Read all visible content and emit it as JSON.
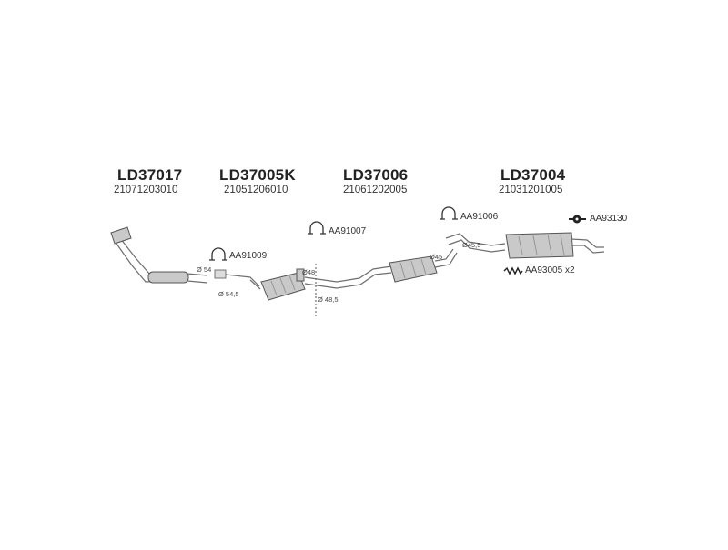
{
  "parts": [
    {
      "code": "LD37017",
      "number": "21071203010"
    },
    {
      "code": "LD37005K",
      "number": "21051206010"
    },
    {
      "code": "LD37006",
      "number": "21061202005"
    },
    {
      "code": "LD37004",
      "number": "21031201005"
    }
  ],
  "accessories": {
    "clamp_a": "AA91009",
    "clamp_b": "AA91007",
    "clamp_c": "AA91006",
    "rubber_mount": "AA93130",
    "spring": "AA93005",
    "spring_qty": "x2"
  },
  "dimensions": {
    "d1": "Ø 54",
    "d2": "Ø 54,5",
    "d3": "Ø48",
    "d4": "Ø 48,5",
    "d5": "Ø45",
    "d6": "Ø45,5"
  }
}
